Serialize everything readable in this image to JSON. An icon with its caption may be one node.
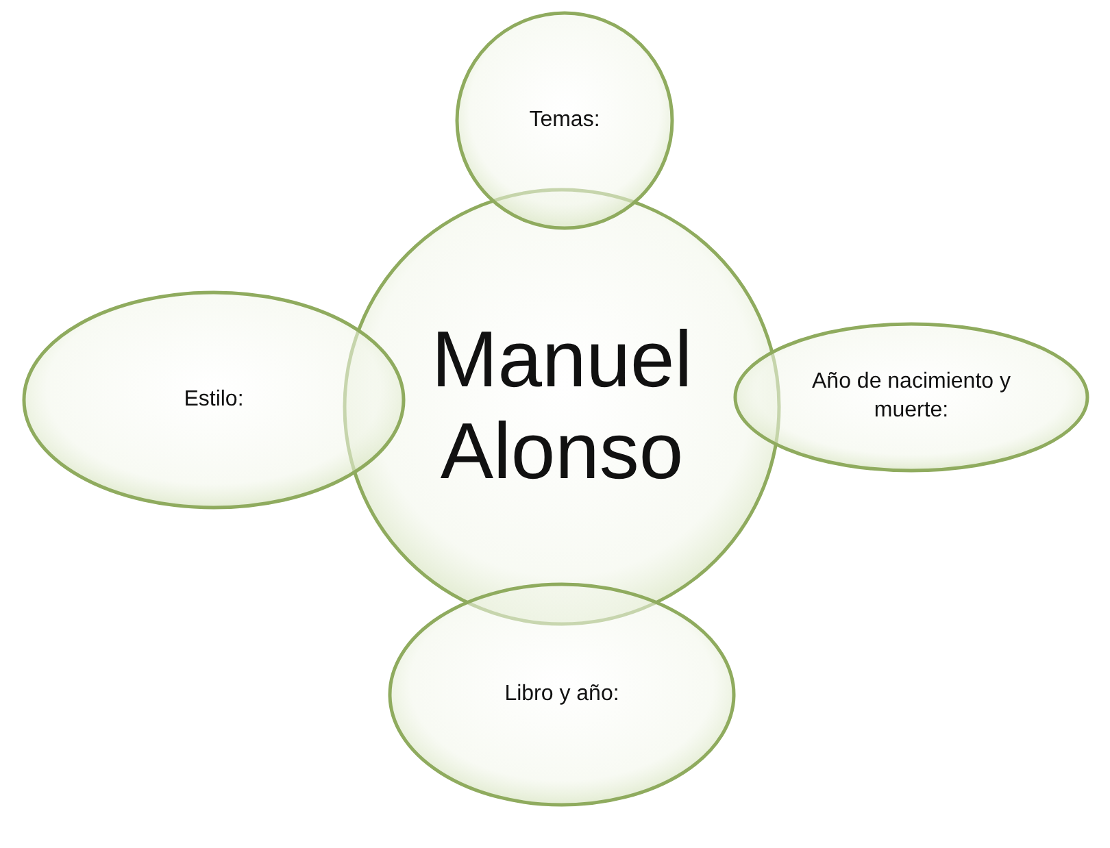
{
  "diagram": {
    "nodes": [
      {
        "text": [
          "Manuel Alonso"
        ]
      },
      {
        "text": [
          "Temas:"
        ]
      },
      {
        "text": [
          "Estilo:"
        ]
      },
      {
        "text": [
          "Año de nacimiento y muerte:"
        ]
      },
      {
        "text": [
          "Libro y año:"
        ]
      }
    ]
  }
}
